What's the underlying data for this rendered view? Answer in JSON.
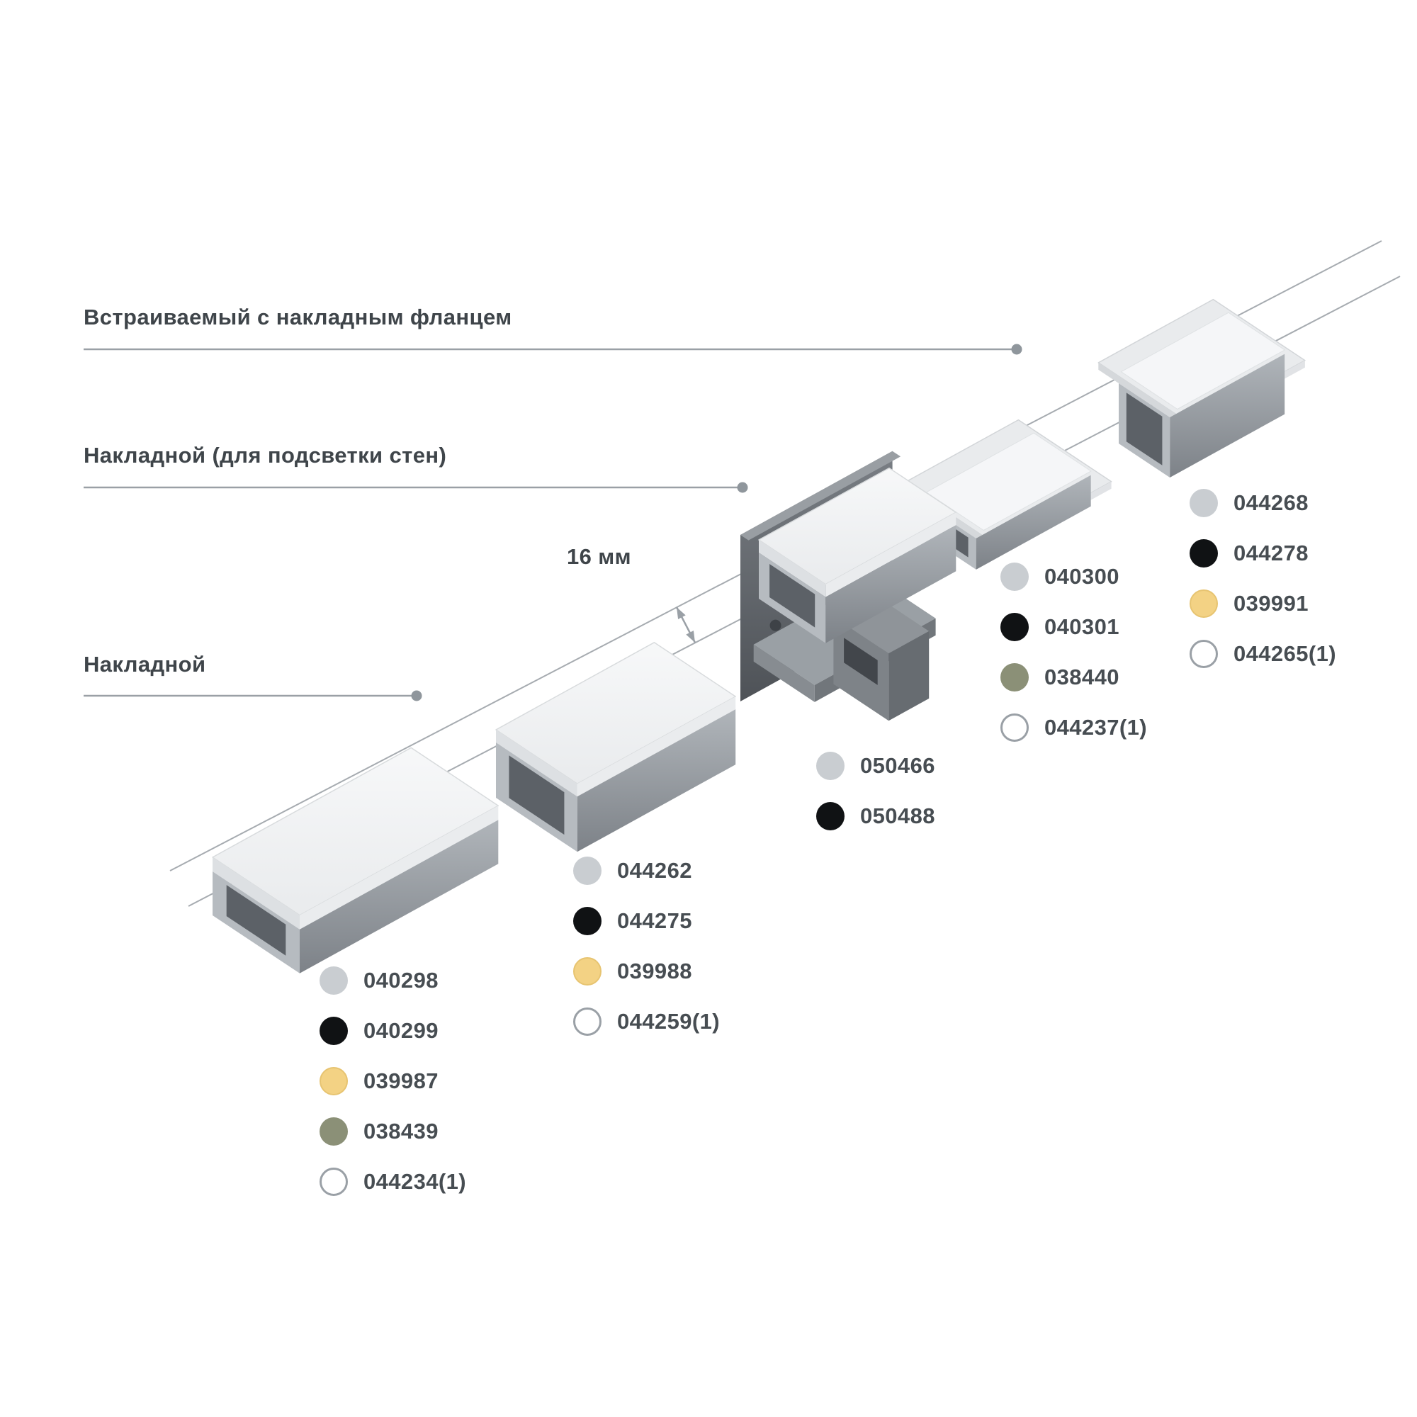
{
  "page": {
    "background": "#ffffff"
  },
  "labels": {
    "recessed_flange": "Встраиваемый с накладным фланцем",
    "surface_wall": "Накладной (для подсветки стен)",
    "surface": "Накладной",
    "dimension": "16 мм"
  },
  "palette": {
    "line": "#9aa0a6",
    "text": "#3f454a",
    "dot_gray": "#c9cdd1",
    "dot_black": "#101214",
    "dot_yellow": "#f3d284",
    "dot_olive": "#8b9077",
    "dot_white": "#ffffff",
    "dot_border": "#9aa0a6",
    "dot_yellow_border": "#e7c471"
  },
  "groups": [
    {
      "profile": "surface-mounted-low",
      "items": [
        {
          "color": "gray",
          "code": "040298"
        },
        {
          "color": "black",
          "code": "040299"
        },
        {
          "color": "yellow",
          "code": "039987"
        },
        {
          "color": "olive",
          "code": "038439"
        },
        {
          "color": "white",
          "code": "044234(1)"
        }
      ]
    },
    {
      "profile": "surface-mounted-tall",
      "items": [
        {
          "color": "gray",
          "code": "044262"
        },
        {
          "color": "black",
          "code": "044275"
        },
        {
          "color": "yellow",
          "code": "039988"
        },
        {
          "color": "white",
          "code": "044259(1)"
        }
      ]
    },
    {
      "profile": "wall-washer",
      "items": [
        {
          "color": "gray",
          "code": "050466"
        },
        {
          "color": "black",
          "code": "050488"
        }
      ]
    },
    {
      "profile": "recessed-low-flange",
      "items": [
        {
          "color": "gray",
          "code": "040300"
        },
        {
          "color": "black",
          "code": "040301"
        },
        {
          "color": "olive",
          "code": "038440"
        },
        {
          "color": "white",
          "code": "044237(1)"
        }
      ]
    },
    {
      "profile": "recessed-tall-flange",
      "items": [
        {
          "color": "gray",
          "code": "044268"
        },
        {
          "color": "black",
          "code": "044278"
        },
        {
          "color": "yellow",
          "code": "039991"
        },
        {
          "color": "white",
          "code": "044265(1)"
        }
      ]
    }
  ]
}
